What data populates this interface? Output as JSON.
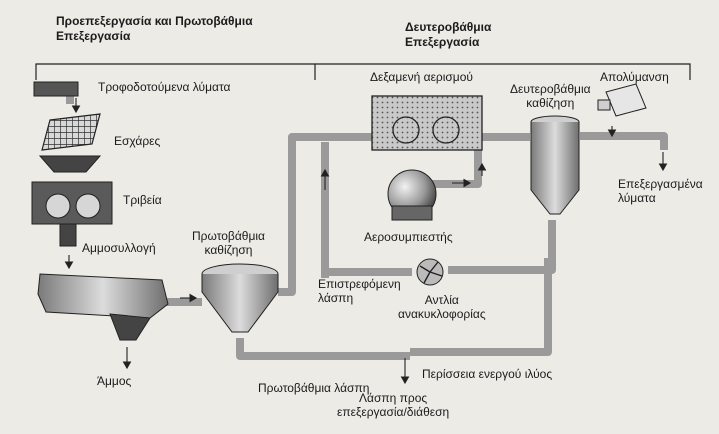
{
  "headers": {
    "pretreatment": [
      "Προεπεξεργασία και Πρωτοβάθμια",
      "Επεξεργασία"
    ],
    "secondary": [
      "Δευτεροβάθμια",
      "Επεξεργασία"
    ]
  },
  "labels": {
    "influent": "Τροφοδοτούμενα λύματα",
    "screens": "Εσχάρες",
    "comminutor": "Τριβεία",
    "grit_chamber": "Αμμοσυλλογή",
    "sand": "Άμμος",
    "primary_clarifier": [
      "Πρωτοβάθμια",
      "καθίζηση"
    ],
    "primary_sludge": "Πρωτοβάθμια λάσπη",
    "sludge_to_treatment": [
      "Λάσπη προς",
      "επεξεργασία/διάθεση"
    ],
    "excess_sludge": "Περίσσεια ενεργού ιλύος",
    "return_sludge": [
      "Επιστρεφόμενη",
      "λάσπη"
    ],
    "recirculation_pump": [
      "Αντλία",
      "ανακυκλοφορίας"
    ],
    "blower": "Αεροσυμπιεστής",
    "aeration_tank": "Δεξαμενή αερισμού",
    "secondary_clarifier": [
      "Δευτεροβάθμια",
      "καθίζηση"
    ],
    "disinfection": "Απολύμανση",
    "treated_effluent": [
      "Επεξεργασμένα",
      "λύματα"
    ]
  },
  "colors": {
    "background": "#ecebe6",
    "pipe": "#9a9a9a",
    "equipment_dark": "#4a4a4a",
    "equipment_mid": "#8a8a8a",
    "line": "#222222"
  }
}
